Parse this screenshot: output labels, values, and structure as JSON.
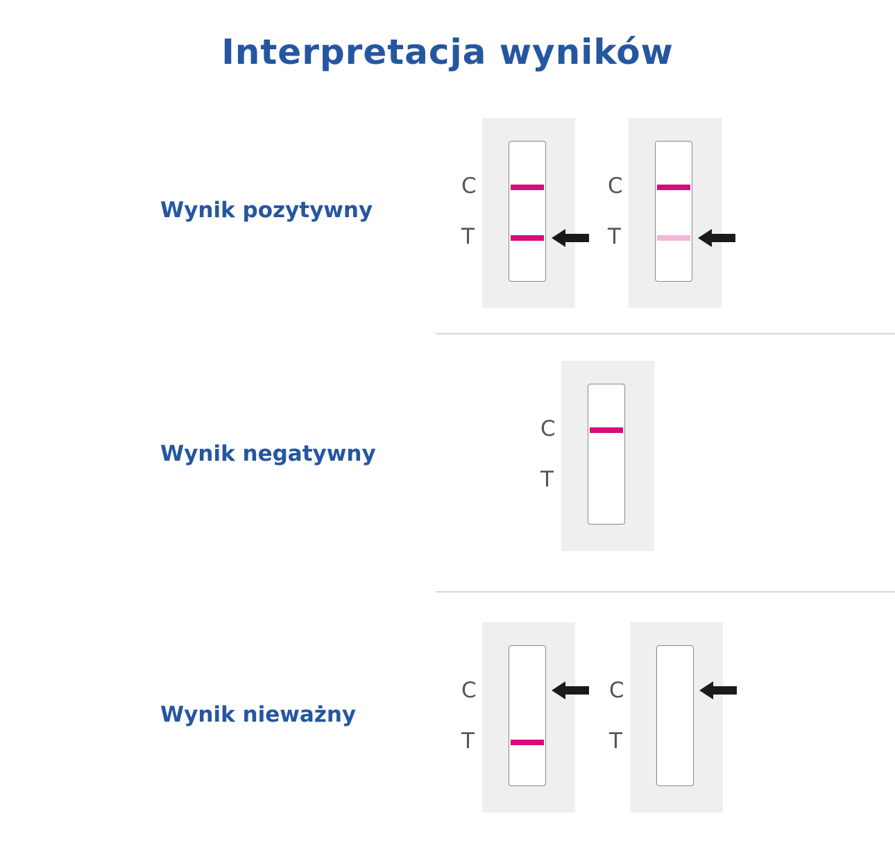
{
  "title": "Interpretacja wyników",
  "colors": {
    "title": "#2556a0",
    "line_strong": "#d80b7d",
    "line_faint": "#f4b6d2",
    "arrow": "#1a1a1a"
  },
  "letters": {
    "control": "C",
    "test": "T"
  },
  "results": [
    {
      "label": "Wynik pozytywny",
      "strips": [
        {
          "control": "strong",
          "test": "strong",
          "arrow": "test"
        },
        {
          "control": "strong",
          "test": "faint",
          "arrow": "test"
        }
      ]
    },
    {
      "label": "Wynik negatywny",
      "strips": [
        {
          "control": "strong",
          "test": "none",
          "arrow": null
        }
      ]
    },
    {
      "label": "Wynik nieważny",
      "strips": [
        {
          "control": "none",
          "test": "strong",
          "arrow": "control"
        },
        {
          "control": "none",
          "test": "none",
          "arrow": "control"
        }
      ]
    }
  ]
}
